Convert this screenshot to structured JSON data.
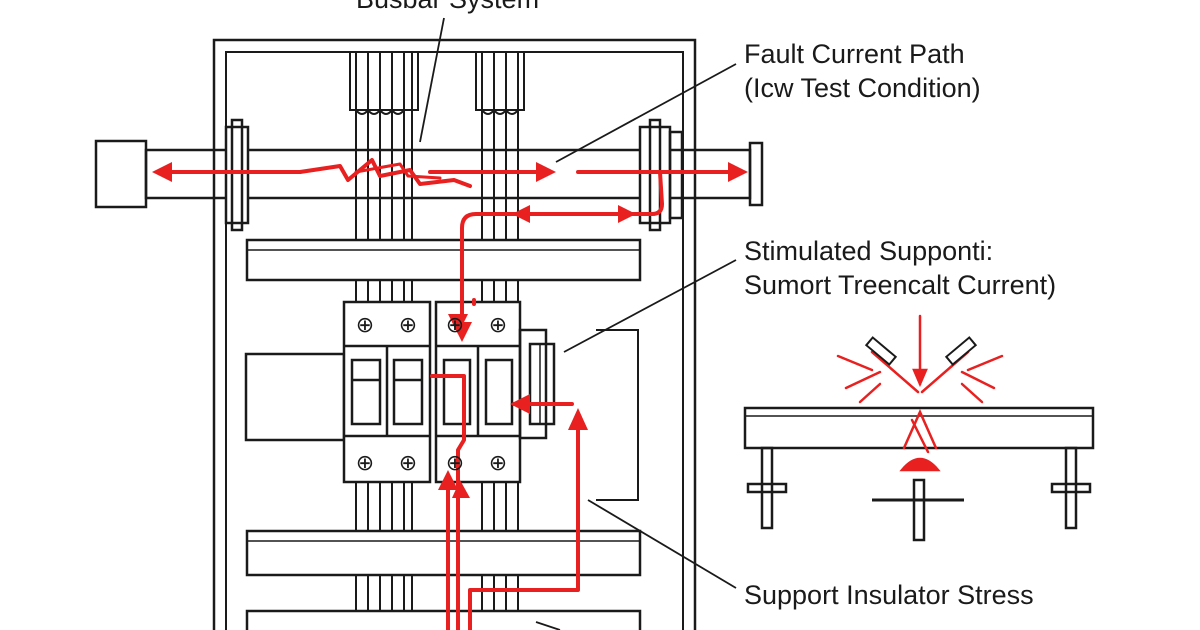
{
  "labels": {
    "busbar_system": "Busbar System",
    "fault_path_line1": "Fault Current Path",
    "fault_path_line2": "(Icw Test Condition)",
    "stimulated_line1": "Stimulated Supponti:",
    "stimulated_line2": "Sumort Treencalt Current)",
    "support_stress": "Support Insulator Stress"
  },
  "terminal_symbol": "⊕",
  "colors": {
    "fault_current": "#e82020",
    "line_art": "#1a1a1a",
    "background": "#ffffff"
  }
}
